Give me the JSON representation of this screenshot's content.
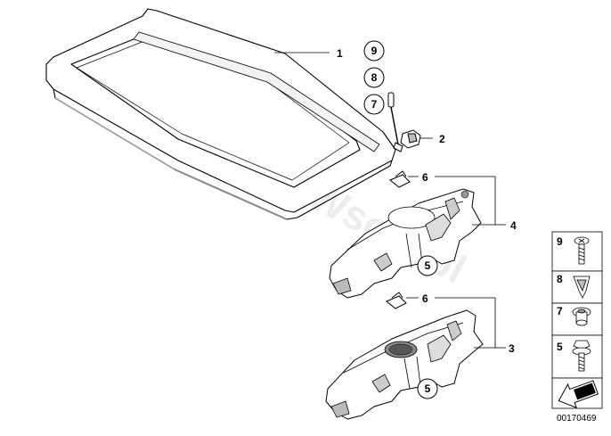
{
  "watermark": "www.BMWsota.pl",
  "callouts": [
    "1",
    "2",
    "4",
    "6",
    "6",
    "3"
  ],
  "circled_callouts": [
    "9",
    "8",
    "7",
    "5",
    "5"
  ],
  "legend": {
    "items": [
      "9",
      "8",
      "7",
      "5"
    ]
  },
  "document_number": "00170469",
  "colors": {
    "line": "#000000",
    "fill": "#ffffff",
    "shade": "#c8c8c8",
    "watermark": "#ededed"
  }
}
